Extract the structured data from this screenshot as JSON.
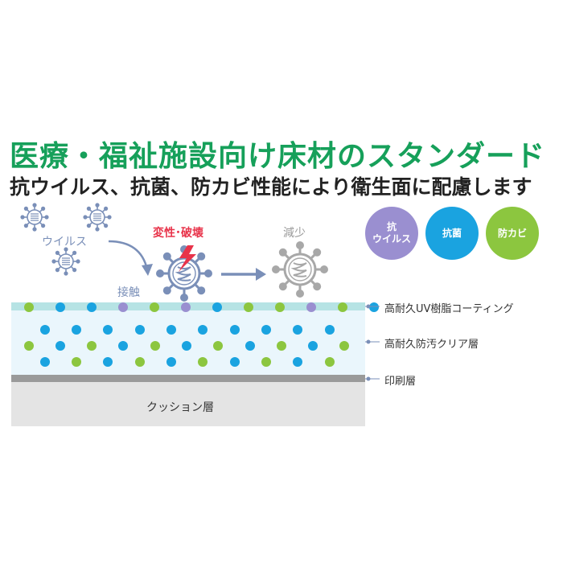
{
  "title": "医療・福祉施設向け床材のスタンダード",
  "subtitle": "抗ウイルス、抗菌、防カビ性能により衛生面に配慮します",
  "badges": [
    {
      "line1": "抗",
      "line2": "ウイルス",
      "color": "#9a8fd0"
    },
    {
      "line1": "抗菌",
      "line2": "",
      "color": "#1aa3e0"
    },
    {
      "line1": "防カビ",
      "line2": "",
      "color": "#8cc63f"
    }
  ],
  "labels": {
    "virus": "ウイルス",
    "contact": "接触",
    "denature": "変性･破壊",
    "decrease": "減少"
  },
  "layers": {
    "uv": "高耐久UV樹脂コーティング",
    "clear": "高耐久防汚クリア層",
    "print": "印刷層",
    "cushion": "クッション層"
  },
  "colors": {
    "title": "#16a05a",
    "accent_red": "#e8334a",
    "virus_blue": "#7a8fb8",
    "virus_gray": "#a8a8a8",
    "dot_blue": "#1aa3e0",
    "dot_green": "#8cc63f",
    "dot_purple": "#9a8fd0",
    "uv_layer": "#b6e3e4",
    "clear_layer": "#eaf6fc",
    "print_layer": "#9a9a9a",
    "cushion_layer": "#e4e4e4"
  }
}
